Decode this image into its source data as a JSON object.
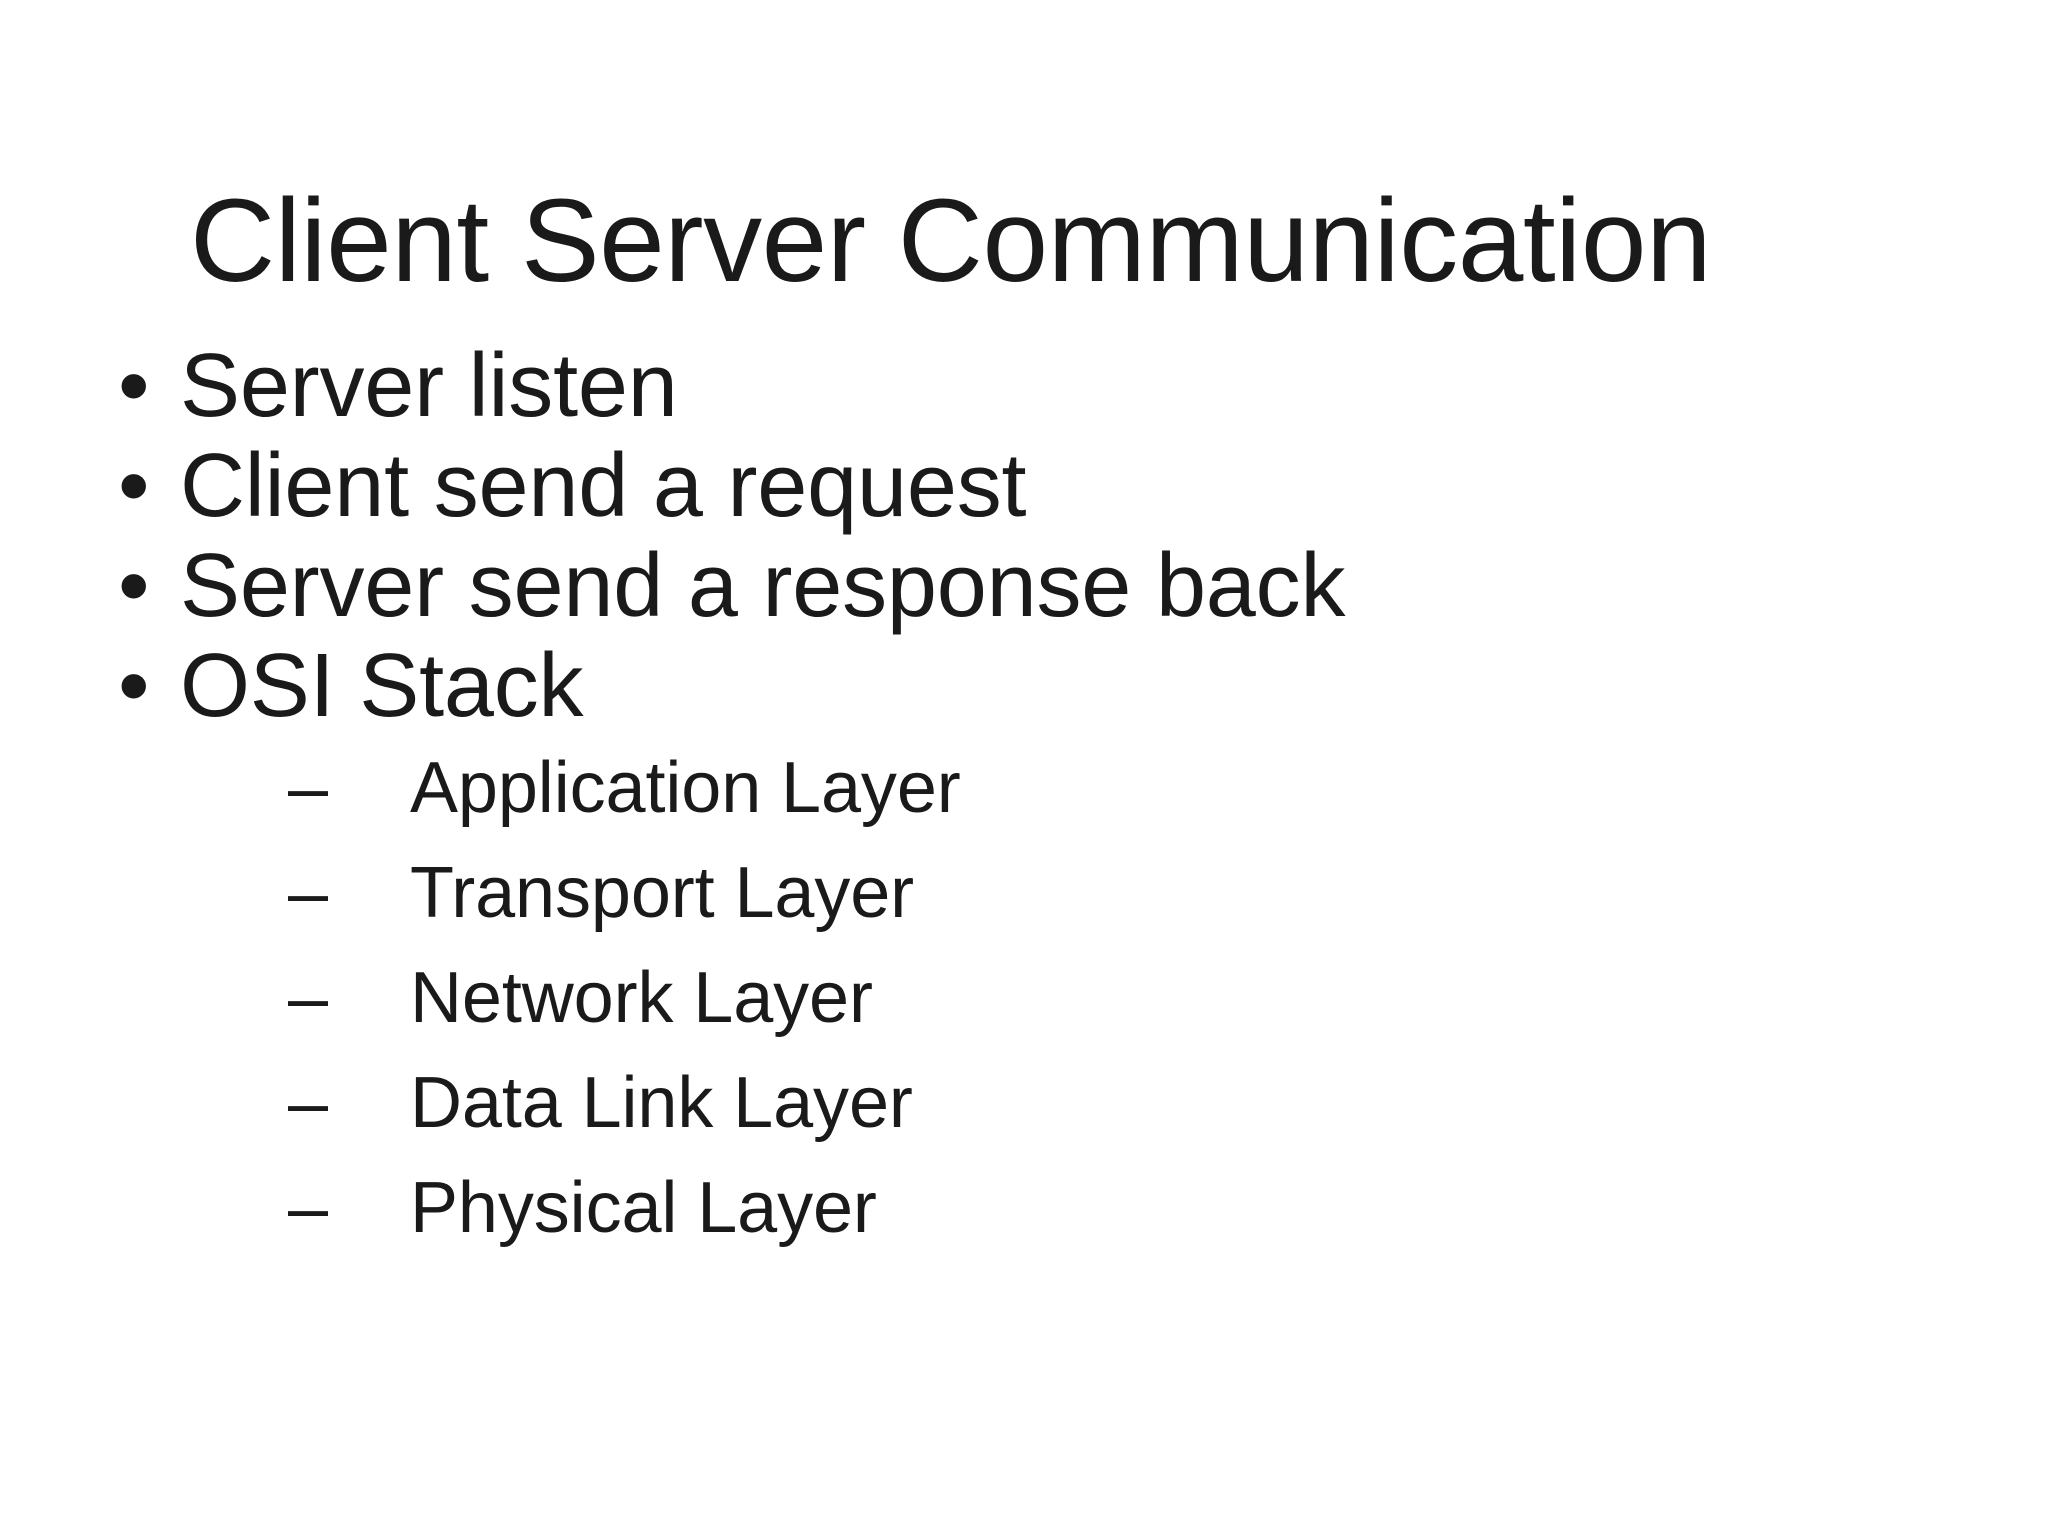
{
  "slide": {
    "title": "Client Server Communication",
    "background_color": "#ffffff",
    "text_color": "#1a1a1a",
    "bullet_glyph": "•",
    "sub_bullet_glyph": "–",
    "bullets": [
      {
        "label": "Server listen"
      },
      {
        "label": "Client send a request"
      },
      {
        "label": "Server send a response back"
      },
      {
        "label": "OSI Stack"
      }
    ],
    "sub_bullets": [
      {
        "label": "Application Layer"
      },
      {
        "label": "Transport Layer"
      },
      {
        "label": "Network Layer"
      },
      {
        "label": "Data Link Layer"
      },
      {
        "label": "Physical Layer"
      }
    ]
  }
}
